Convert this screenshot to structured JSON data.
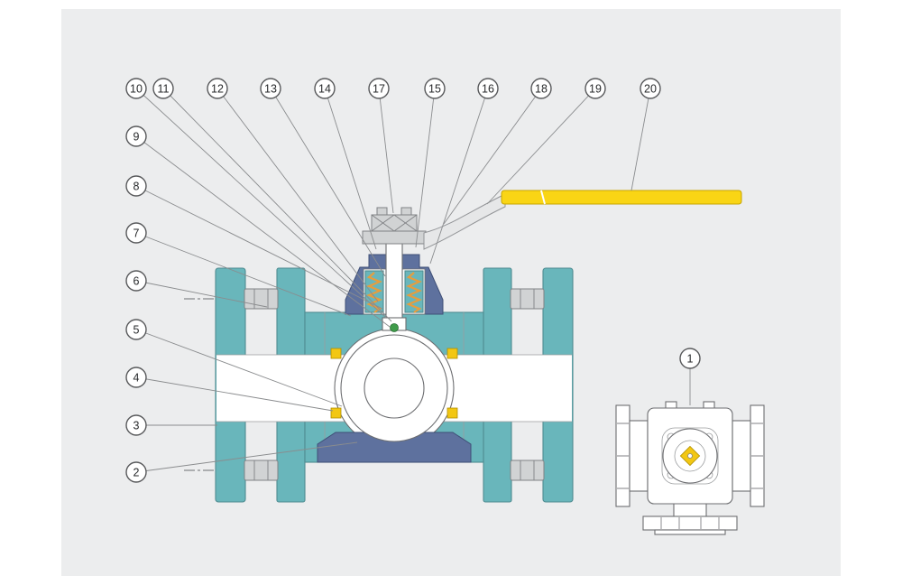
{
  "callouts": {
    "c1": "1",
    "c2": "2",
    "c3": "3",
    "c4": "4",
    "c5": "5",
    "c6": "6",
    "c7": "7",
    "c8": "8",
    "c9": "9",
    "c10": "10",
    "c11": "11",
    "c12": "12",
    "c13": "13",
    "c14": "14",
    "c15": "15",
    "c16": "16",
    "c17": "17",
    "c18": "18",
    "c19": "19",
    "c20": "20"
  },
  "colors": {
    "background": "#ecedee",
    "body_teal": "#69b6bb",
    "insert_slate": "#5e719e",
    "handle_yellow": "#f9d515",
    "seat_yellow": "#f2c713",
    "spring_orange": "#e69d3e",
    "metal_gray": "#d1d3d4",
    "outline_gray": "#6d6e71",
    "stem_indicator_green": "#3f9b4a"
  }
}
